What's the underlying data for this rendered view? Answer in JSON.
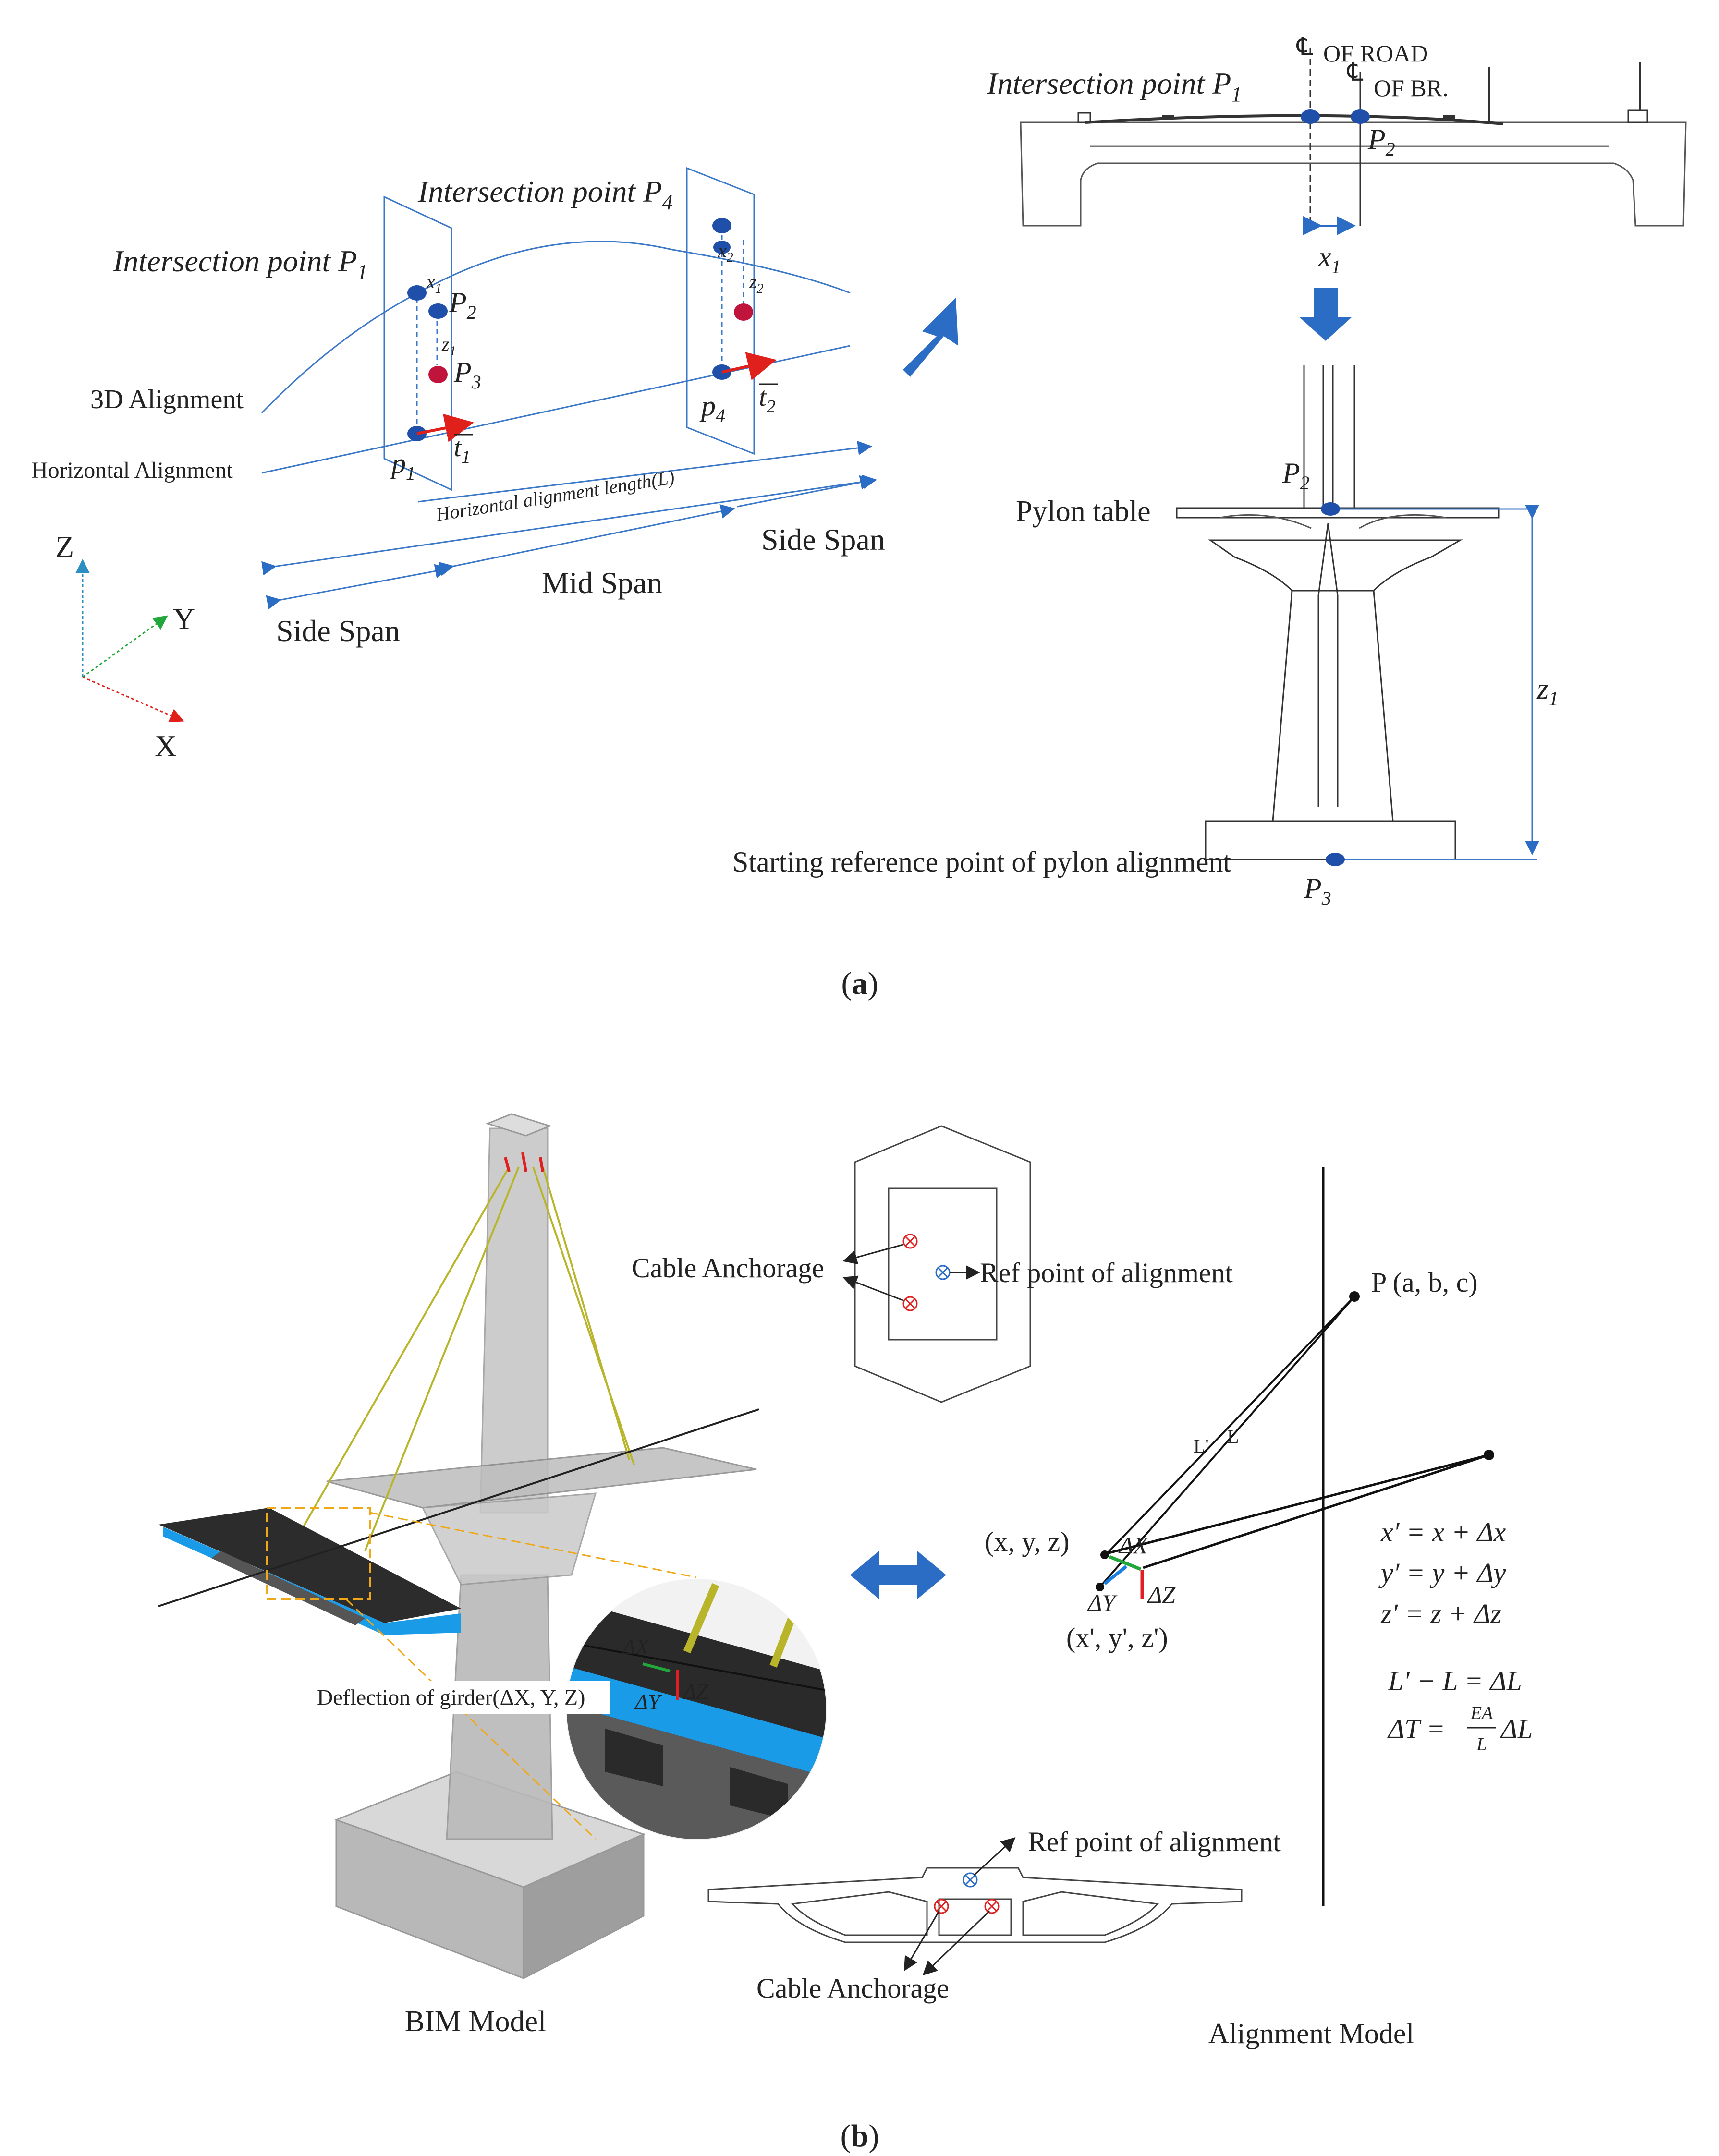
{
  "colors": {
    "alignment_line": "#3b78c8",
    "point_blue": "#1f4fa8",
    "point_red": "#c0143c",
    "tangent_red": "#e0201a",
    "arrow_fill": "#2b6cc4",
    "girder_blue": "#1a9be8",
    "cable_yellow": "#b9b52a",
    "highlight_orange": "#f0a818",
    "delta_green": "#22a83a",
    "delta_red": "#e02020",
    "delta_blue": "#1a7fe0"
  },
  "panel_a": {
    "caption": "a",
    "left": {
      "intersection_p1": "Intersection point P",
      "sub_1": "1",
      "intersection_p4": "Intersection point P",
      "sub_4": "4",
      "p2": "P",
      "sub_2": "2",
      "p3": "P",
      "sub_3": "3",
      "x1": "x",
      "z1": "z",
      "x2": "x",
      "z2": "z",
      "p1_lower": "p",
      "p4_lower": "p",
      "t1": "t",
      "t2": "t",
      "alignment_3d": "3D Alignment",
      "horizontal_alignment": "Horizontal Alignment",
      "horizontal_length": "Horizontal alignment length(L)",
      "side_span_left": "Side Span",
      "mid_span": "Mid Span",
      "side_span_right": "Side Span",
      "axis_z": "Z",
      "axis_y": "Y",
      "axis_x": "X"
    },
    "right": {
      "cl_road": "OF ROAD",
      "cl_br": "OF BR.",
      "intersection_p1": "Intersection point P",
      "sub_1": "1",
      "p2": "P",
      "sub_2": "2",
      "x1": "x",
      "pylon_table": "Pylon table",
      "z1": "z",
      "starting_point": "Starting reference point of pylon alignment",
      "p3": "P",
      "sub_3": "3",
      "cl_symbol": "℄"
    }
  },
  "panel_b": {
    "caption": "b",
    "bim_model": "BIM Model",
    "alignment_model": "Alignment Model",
    "cable_anchorage_top": "Cable Anchorage",
    "ref_point_top": "Ref point of alignment",
    "ref_point_bottom": "Ref point of alignment",
    "cable_anchorage_bottom": "Cable Anchorage",
    "deflection_label": "Deflection of girder(ΔX, Y, Z)",
    "point_p": "P (a, b, c)",
    "label_L_prime": "L'",
    "label_L": "L",
    "point_xyz": "(x, y, z)",
    "point_xyz_prime": "(x', y', z')",
    "delta_x": "ΔX",
    "delta_y": "ΔY",
    "delta_z": "ΔZ",
    "eq_x": "x′ = x + Δx",
    "eq_y": "y′ = y + Δy",
    "eq_z": "z′ = z + Δz",
    "eq_L": "L′ − L = ΔL",
    "eq_T_left": "ΔT =",
    "eq_T_num": "EA",
    "eq_T_den": "L",
    "eq_T_right": "ΔL"
  }
}
